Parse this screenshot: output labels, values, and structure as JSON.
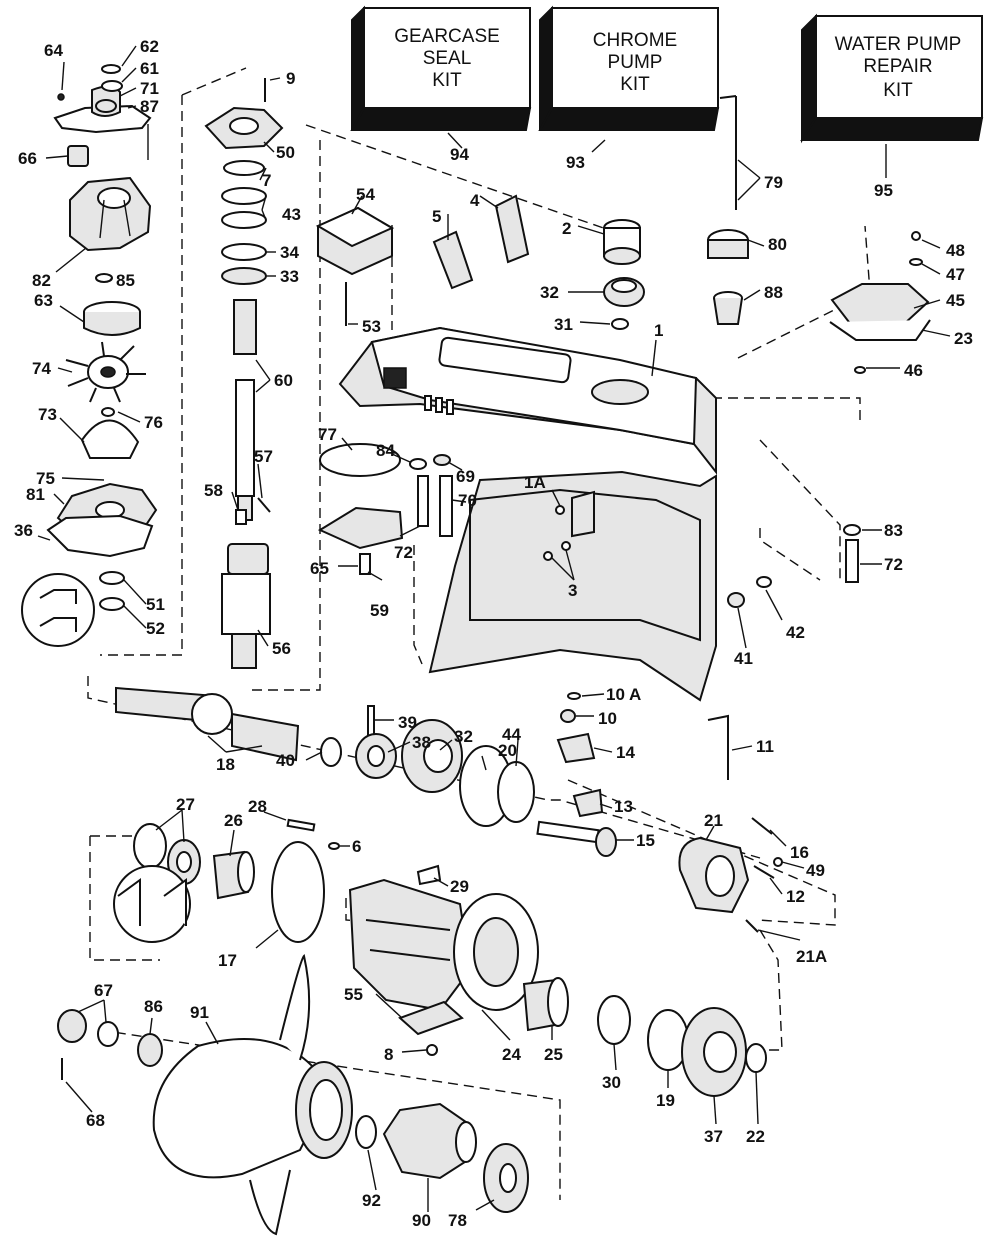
{
  "kits": [
    {
      "id": "kit-gearcase-seal",
      "lines": [
        "GEARCASE",
        "SEAL",
        "KIT"
      ],
      "number": "94"
    },
    {
      "id": "kit-chrome-pump",
      "lines": [
        "CHROME",
        "PUMP",
        "KIT"
      ],
      "number": "93"
    },
    {
      "id": "kit-water-pump-repair",
      "lines": [
        "WATER PUMP",
        "REPAIR",
        "KIT"
      ],
      "number": "95"
    }
  ],
  "callouts": [
    "64",
    "62",
    "61",
    "71",
    "87",
    "66",
    "82",
    "85",
    "63",
    "74",
    "76",
    "73",
    "75",
    "81",
    "36",
    "51",
    "52",
    "9",
    "50",
    "7",
    "43",
    "34",
    "33",
    "60",
    "57",
    "58",
    "56",
    "54",
    "5",
    "4",
    "2",
    "32",
    "31",
    "1",
    "53",
    "79",
    "80",
    "88",
    "48",
    "47",
    "45",
    "23",
    "46",
    "77",
    "84",
    "69",
    "70",
    "72",
    "65",
    "59",
    "1A",
    "3",
    "83",
    "72",
    "42",
    "41",
    "10 A",
    "10",
    "11",
    "39",
    "38",
    "32",
    "20",
    "44",
    "14",
    "13",
    "15",
    "18",
    "40",
    "27",
    "26",
    "28",
    "6",
    "29",
    "16",
    "21",
    "49",
    "12",
    "21A",
    "17",
    "55",
    "8",
    "24",
    "25",
    "30",
    "19",
    "37",
    "22",
    "67",
    "86",
    "91",
    "68",
    "92",
    "90",
    "78"
  ]
}
